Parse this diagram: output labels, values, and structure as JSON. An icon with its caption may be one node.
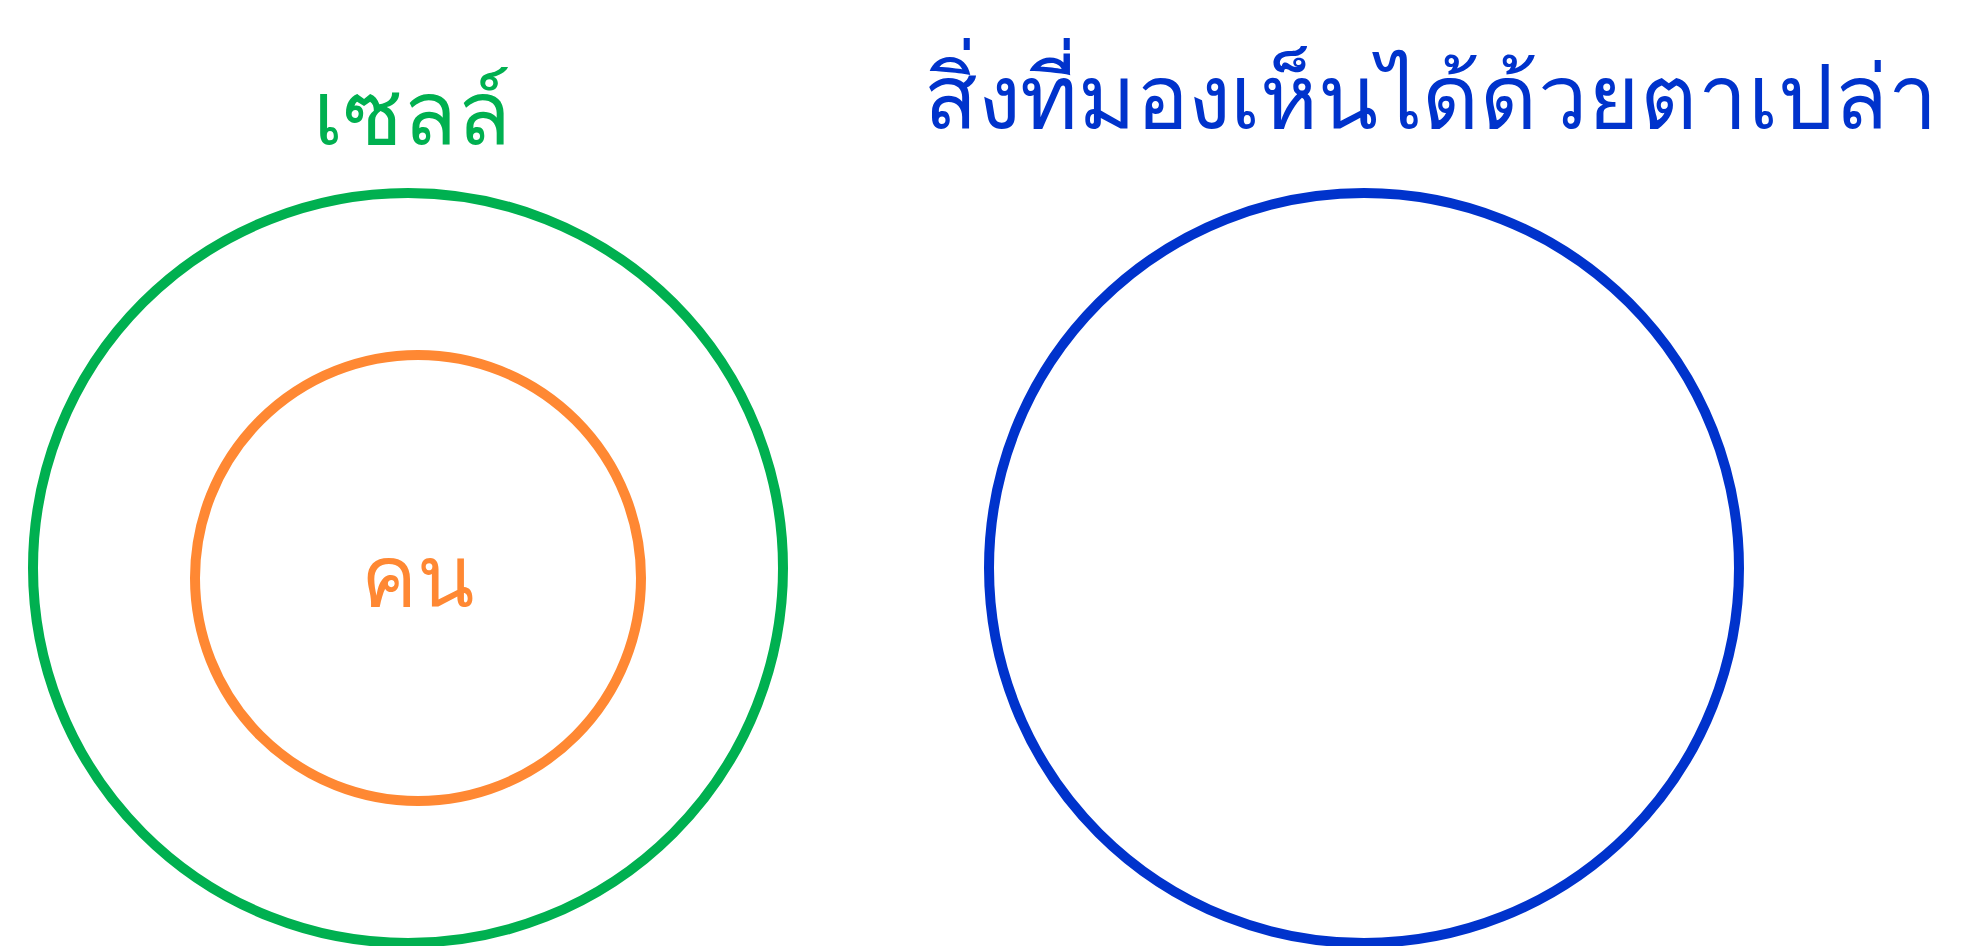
{
  "diagram": {
    "nodes": [
      {
        "text": [
          "เซลล์"
        ]
      },
      {
        "text": [
          "คน"
        ],
        "in": 0
      },
      {
        "text": [
          "สิ่งที่มองเห็นได้ด้วยตาเปล่า"
        ]
      }
    ]
  }
}
